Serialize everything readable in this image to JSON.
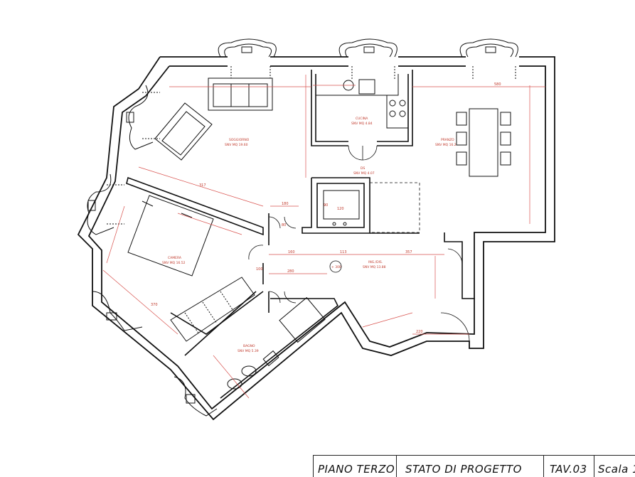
{
  "title_block": {
    "floor": "PIANO TERZO",
    "status": "STATO DI PROGETTO",
    "sheet": "TAV.03",
    "scale": "Scala 1"
  },
  "rooms": {
    "soggiorno": "SOGGIORNO",
    "soggiorno_area": "SNV MQ 19.60",
    "cucina": "CUCINA",
    "cucina_area": "SNV MQ 4.84",
    "pranzo": "PRANZO",
    "pranzo_area": "SNV MQ 16.2",
    "ds": "DS",
    "ds_area": "SNV MQ 4.07",
    "camera": "CAMERA",
    "camera_area": "SNV MQ 16.52",
    "ingresso": "ING./DIS.",
    "ingresso_area": "SNV MQ 13.88",
    "bagno": "BAGNO",
    "bagno_area": "SNV MQ 5.39",
    "level": "+ 300"
  },
  "dimensions": {
    "d1": "580",
    "d2": "317",
    "d3": "180",
    "d4": "160",
    "d5": "113",
    "d6": "357",
    "d7": "280",
    "d8": "120",
    "d9": "220",
    "d10": "370",
    "d11": "90",
    "d12": "100",
    "d13": "80"
  },
  "colors": {
    "wall": "#111111",
    "dimension": "#d9534f"
  }
}
